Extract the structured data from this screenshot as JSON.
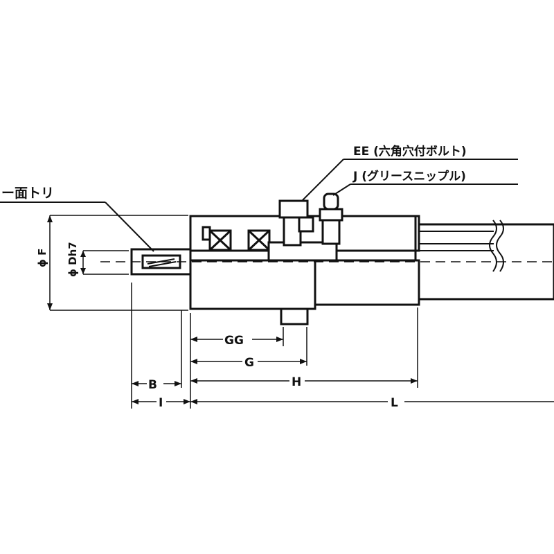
{
  "callouts": {
    "chamfer_note": "ー面トリ",
    "hex_bolt": "EE (六角穴付ボルト)",
    "grease_nipple": "J (グリースニップル)"
  },
  "dimensions": {
    "outer_diameter": "ϕ F",
    "bore_diameter": "ϕ Dh7",
    "gg": "GG",
    "g": "G",
    "h": "H",
    "b": "B",
    "i": "I",
    "l": "L"
  },
  "colors": {
    "ink": "#111111",
    "paper": "#ffffff"
  }
}
